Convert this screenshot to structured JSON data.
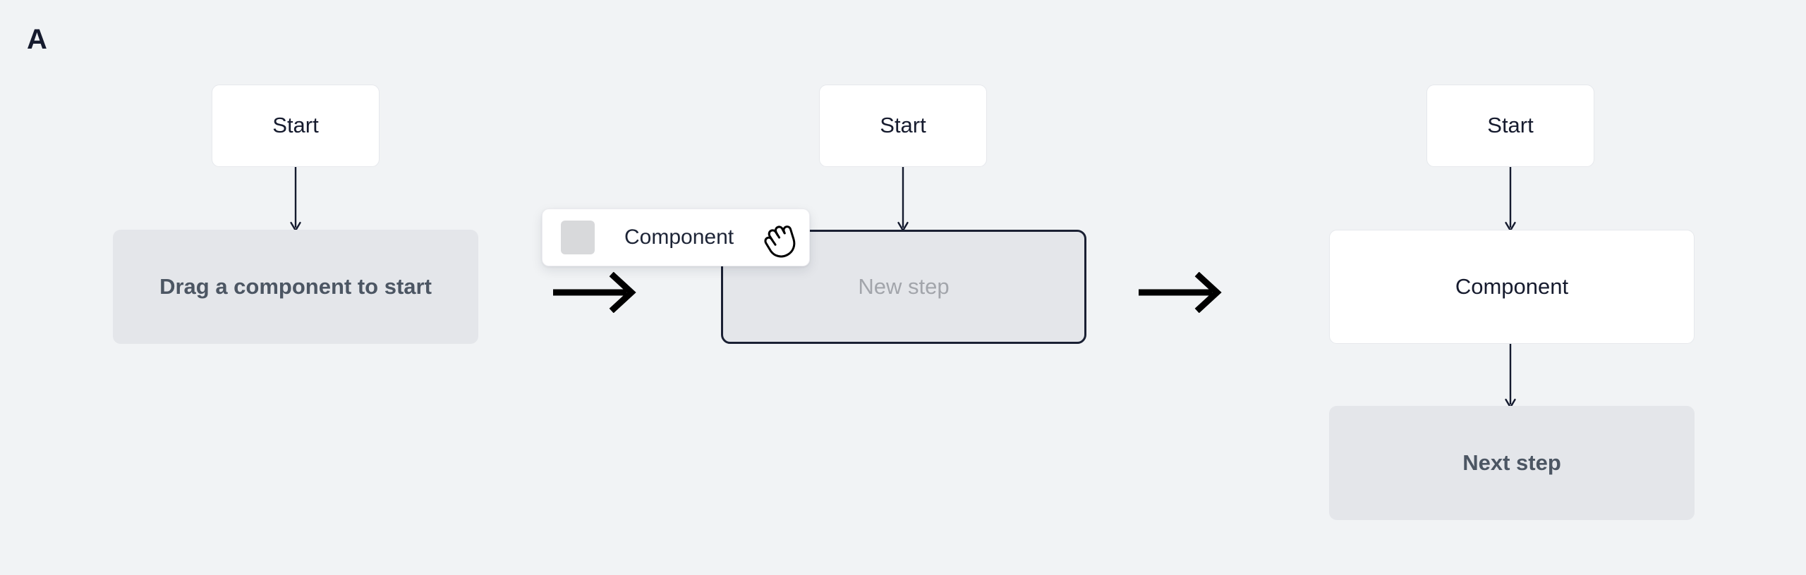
{
  "figure": {
    "panel_label": "A",
    "background_color": "#f1f3f5"
  },
  "colors": {
    "surface": "#ffffff",
    "placeholder_fill": "#e4e6ea",
    "placeholder_text": "#4c5663",
    "drop_border": "#1a2033",
    "drop_text": "#a2a5ab",
    "node_text": "#161b2e",
    "border": "#e6e8ec",
    "connector": "#141a2e",
    "transition_arrow": "#000000",
    "chip_swatch": "#d8d9db"
  },
  "steps": [
    {
      "id": "state-empty",
      "nodes": [
        {
          "name": "start-node",
          "label": "Start",
          "kind": "start"
        },
        {
          "name": "empty-drop-target",
          "label": "Drag a component to start",
          "kind": "placeholder"
        }
      ],
      "connectors": [
        {
          "name": "start-to-drop-connector",
          "direction": "down"
        }
      ]
    },
    {
      "id": "state-dragging",
      "nodes": [
        {
          "name": "start-node",
          "label": "Start",
          "kind": "start"
        },
        {
          "name": "active-drop-target",
          "label": "New step",
          "kind": "drop-active"
        }
      ],
      "connectors": [
        {
          "name": "start-to-drop-connector",
          "direction": "down"
        }
      ],
      "drag_chip": {
        "name": "component-drag-chip",
        "label": "Component",
        "swatch_icon": "square-swatch-icon",
        "cursor_icon": "grabbing-hand-icon"
      }
    },
    {
      "id": "state-dropped",
      "nodes": [
        {
          "name": "start-node",
          "label": "Start",
          "kind": "start"
        },
        {
          "name": "component-node",
          "label": "Component",
          "kind": "filled"
        },
        {
          "name": "next-drop-target",
          "label": "Next step",
          "kind": "placeholder"
        }
      ],
      "connectors": [
        {
          "name": "start-to-component-connector",
          "direction": "down"
        },
        {
          "name": "component-to-next-connector",
          "direction": "down"
        }
      ]
    }
  ],
  "transitions": [
    {
      "name": "transition-arrow-1",
      "icon": "arrow-right-icon"
    },
    {
      "name": "transition-arrow-2",
      "icon": "arrow-right-icon"
    }
  ]
}
